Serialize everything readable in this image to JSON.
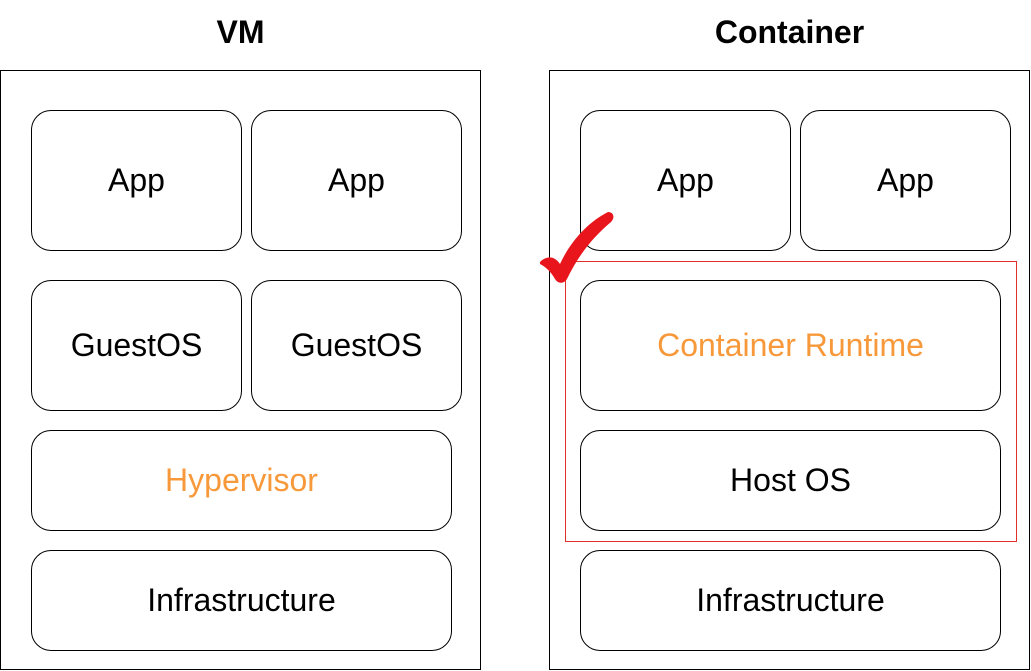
{
  "vm": {
    "title": "VM",
    "apps": [
      "App",
      "App"
    ],
    "guest_os": [
      "GuestOS",
      "GuestOS"
    ],
    "hypervisor": "Hypervisor",
    "infrastructure": "Infrastructure"
  },
  "container": {
    "title": "Container",
    "apps": [
      "App",
      "App"
    ],
    "runtime": "Container Runtime",
    "host_os": "Host OS",
    "infrastructure": "Infrastructure"
  },
  "colors": {
    "highlight_text": "#f7993a",
    "selection_border": "#e0302a",
    "checkmark": "#e8161c"
  },
  "icons": {
    "selection_mark": "checkmark-icon"
  }
}
